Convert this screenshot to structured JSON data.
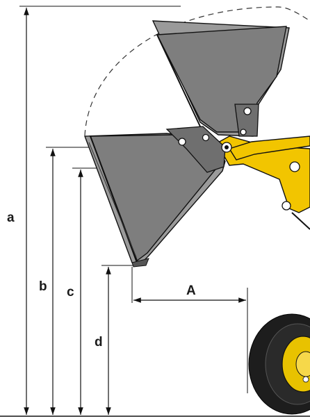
{
  "dimensions": {
    "a": "a",
    "b": "b",
    "c": "c",
    "d": "d",
    "A": "A"
  },
  "colors": {
    "arm": "#f2c500",
    "bucket": "#7e7e7e",
    "tire": "#1d1d1d",
    "lines": "#111111"
  }
}
